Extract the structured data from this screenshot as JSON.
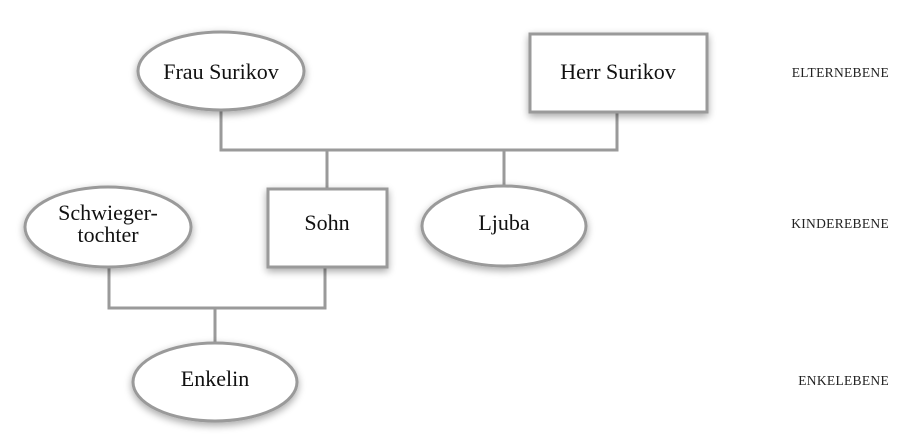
{
  "nodes": {
    "frau_surikov": "Frau Surikov",
    "herr_surikov": "Herr Surikov",
    "schwiegertochter_line1": "Schwieger-",
    "schwiegertochter_line2": "tochter",
    "sohn": "Sohn",
    "ljuba": "Ljuba",
    "enkelin": "Enkelin"
  },
  "levels": {
    "parents": "ELTERNEBENE",
    "children": "KINDEREBENE",
    "grandchildren": "ENKELEBENE"
  }
}
